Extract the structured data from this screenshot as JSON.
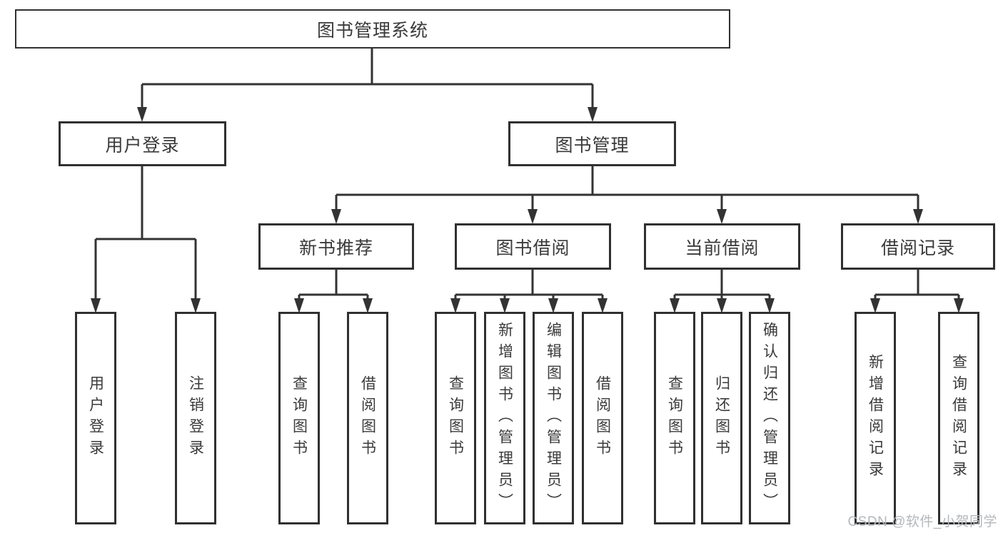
{
  "tree": {
    "root": "图书管理系统",
    "level2": {
      "login": "用户登录",
      "manage": "图书管理"
    },
    "level3": {
      "recommend": "新书推荐",
      "borrow": "图书借阅",
      "current": "当前借阅",
      "records": "借阅记录"
    },
    "leaves": {
      "login": [
        "用户登录",
        "注销登录"
      ],
      "recommend": [
        "查询图书",
        "借阅图书"
      ],
      "borrow": [
        "查询图书",
        "新增图书（管理员）",
        "编辑图书（管理员）",
        "借阅图书"
      ],
      "current": [
        "查询图书",
        "归还图书",
        "确认归还（管理员）"
      ],
      "records": [
        "新增借阅记录",
        "查询借阅记录"
      ]
    }
  },
  "watermark": "CSDN @软件_小贺同学",
  "colors": {
    "line": "#333333",
    "box_border": "#303030",
    "text": "#3a3a3a",
    "watermark": "#b4b8bb",
    "background": "#ffffff"
  }
}
